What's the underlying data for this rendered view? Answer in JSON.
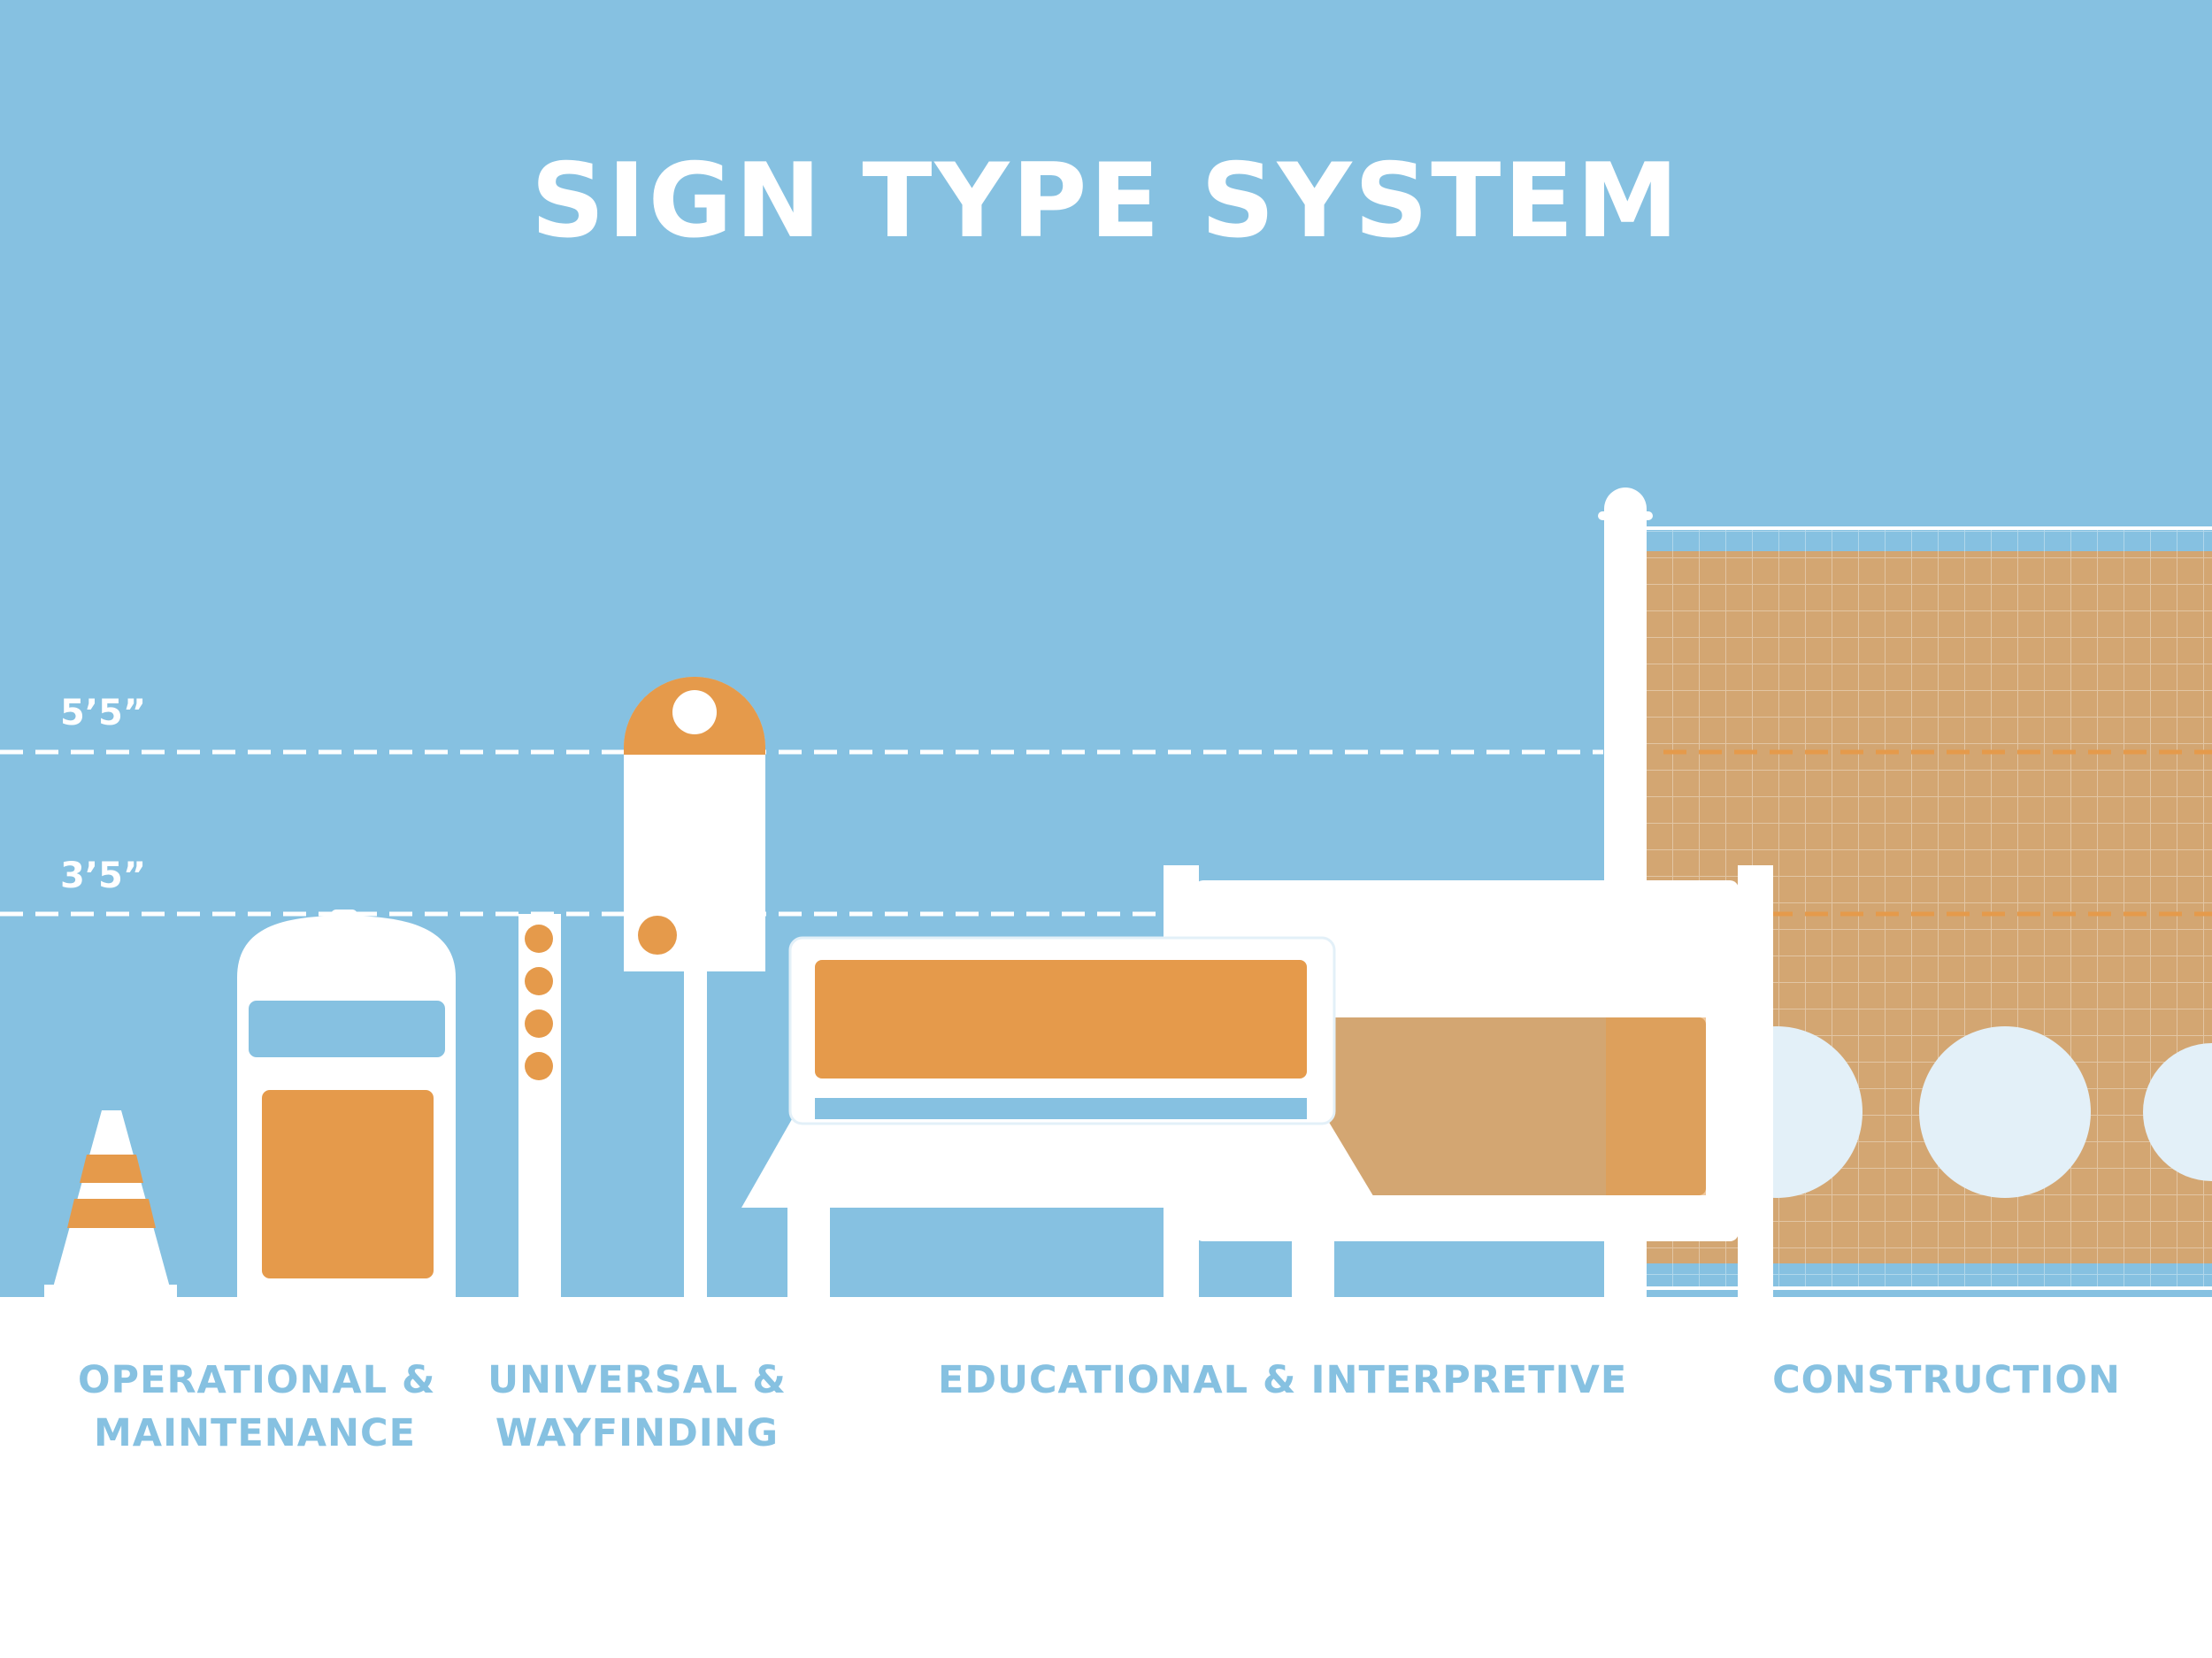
{
  "title": "SIGN TYPE SYSTEM",
  "colors": {
    "sky": "#86c1e1",
    "ground": "#ffffff",
    "orange": "#e59a4b",
    "tan": "#d3a672",
    "white": "#ffffff",
    "pale_blue": "#e3f0f8"
  },
  "height_markers": [
    {
      "label": "5’5”"
    },
    {
      "label": "3’5”"
    }
  ],
  "categories": {
    "operational": {
      "line1": "OPERATIONAL &",
      "line2": "MAINTENANCE"
    },
    "universal": {
      "line1": "UNIVERSAL &",
      "line2": "WAYFINDING"
    },
    "educational": {
      "line1": "EDUCATIONAL & INTERPRETIVE"
    },
    "construction": {
      "line1": "CONSTRUCTION"
    }
  }
}
